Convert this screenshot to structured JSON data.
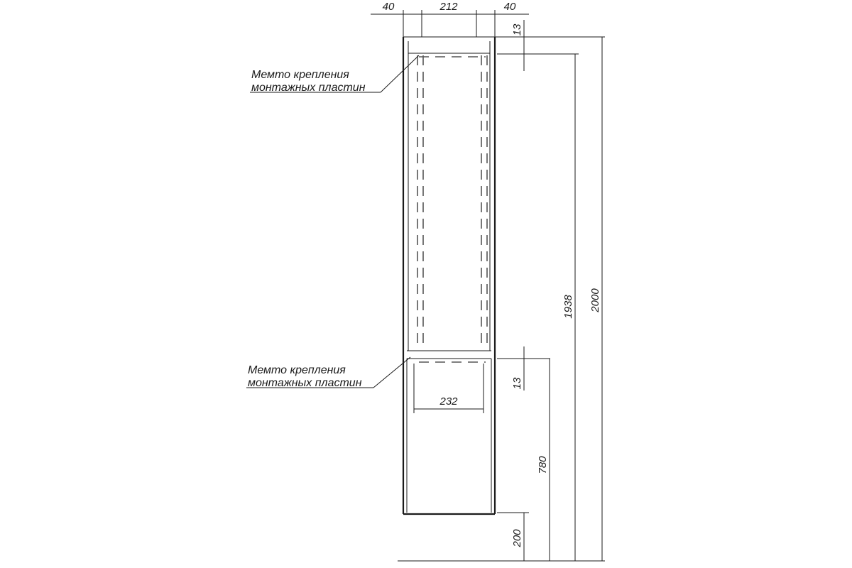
{
  "dimensions": {
    "left_wall": "40",
    "inner_width": "212",
    "right_wall": "40",
    "top_offset": "13",
    "middle_offset": "13",
    "bottom_inner_width": "232",
    "upper_height": "1938",
    "total_height": "2000",
    "door_height": "780",
    "floor_clearance": "200"
  },
  "annotations": {
    "top": {
      "line1": "Мемто крепления",
      "line2": "монтажных пластин"
    },
    "middle": {
      "line1": "Мемто крепления",
      "line2": "монтажных пластин"
    }
  }
}
